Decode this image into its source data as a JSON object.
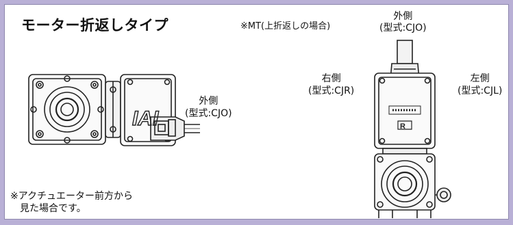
{
  "title": "モーター折返しタイプ",
  "mt_note": "※MT(上折返しの場合)",
  "labels": {
    "top_name": "外側",
    "top_model": "(型式:CJO)",
    "right_name": "左側",
    "right_model": "(型式:CJL)",
    "left_name": "右側",
    "left_model": "(型式:CJR)",
    "side_name": "外側",
    "side_model": "(型式:CJO)"
  },
  "logo_text": "IAI",
  "footnote": {
    "line1": "※アクチュエーター前方から",
    "line2": "見た場合です。"
  },
  "colors": {
    "background": "#b9b0d6",
    "panel": "#ffffff",
    "drawing_stroke": "#222222"
  }
}
